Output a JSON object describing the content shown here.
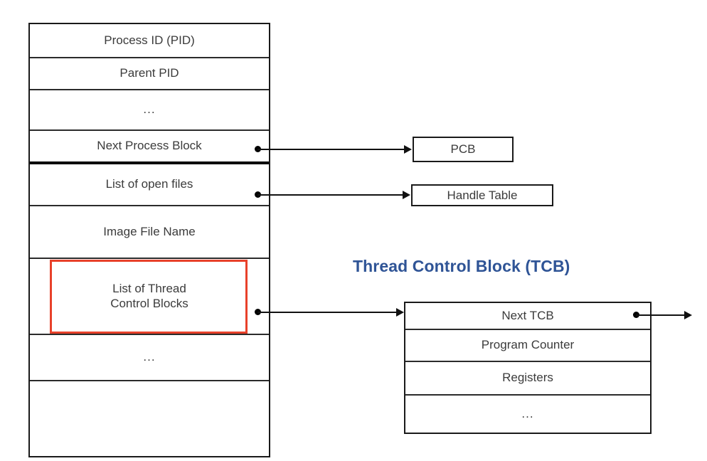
{
  "diagram": {
    "title_tcb": "Thread Control Block (TCB)",
    "pcb_table": {
      "rows": [
        {
          "label": "Process ID (PID)"
        },
        {
          "label": "Parent PID"
        },
        {
          "label": "..."
        },
        {
          "label": "Next Process Block"
        },
        {
          "label": "List of open files"
        },
        {
          "label": "Image File Name"
        },
        {
          "label": "List of Thread\nControl Blocks"
        },
        {
          "label": "..."
        },
        {
          "label": ""
        }
      ]
    },
    "tcb_table": {
      "rows": [
        {
          "label": "Next TCB"
        },
        {
          "label": "Program Counter"
        },
        {
          "label": "Registers"
        },
        {
          "label": "..."
        }
      ]
    },
    "targets": {
      "pcb_box": "PCB",
      "handle_table_box": "Handle Table"
    },
    "colors": {
      "title_blue": "#2f5496",
      "highlight_red": "#e8412a",
      "border_black": "#1a1a1a",
      "text_gray": "#3b3b3b"
    }
  }
}
